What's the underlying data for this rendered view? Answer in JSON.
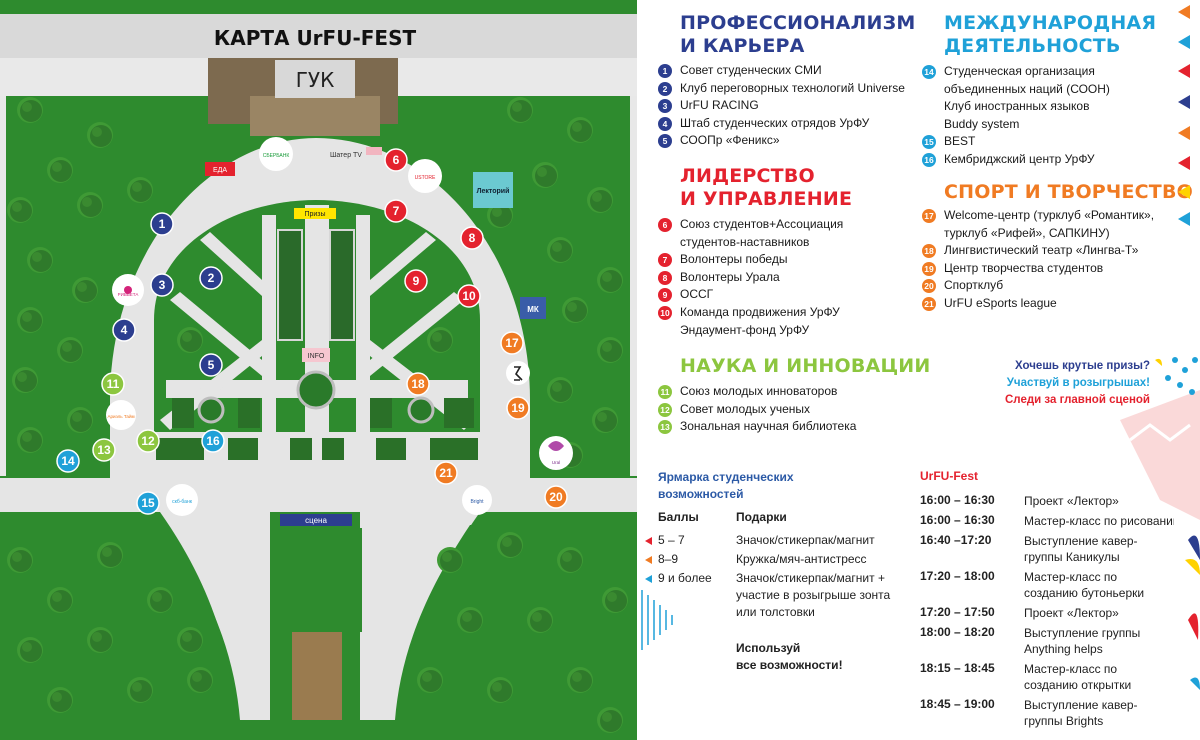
{
  "map": {
    "title": "КАРТА UrFU-FEST",
    "building": "ГУК",
    "labels": {
      "food": "ЕДА",
      "tent_tv": "Шатер TV",
      "lecture": "Лекторий",
      "prizes": "Призы",
      "info": "INFO",
      "mk": "МК",
      "stage": "сцена"
    },
    "logos": {
      "sberbank": "СБЕРБАНК",
      "ustore": "USTORE",
      "rivieta": "РИВЬЕТА",
      "sweets": "Ариэль Тайм",
      "skb": "скб-банк",
      "brights": "Bright",
      "ural": "Ural"
    },
    "markers": [
      {
        "n": "1",
        "color": "#2c3e8f"
      },
      {
        "n": "2",
        "color": "#2c3e8f"
      },
      {
        "n": "3",
        "color": "#2c3e8f"
      },
      {
        "n": "4",
        "color": "#2c3e8f"
      },
      {
        "n": "5",
        "color": "#2c3e8f"
      },
      {
        "n": "6",
        "color": "#e4222e"
      },
      {
        "n": "7",
        "color": "#e4222e"
      },
      {
        "n": "8",
        "color": "#e4222e"
      },
      {
        "n": "9",
        "color": "#e4222e"
      },
      {
        "n": "10",
        "color": "#e4222e"
      },
      {
        "n": "11",
        "color": "#8cc63f"
      },
      {
        "n": "12",
        "color": "#8cc63f"
      },
      {
        "n": "13",
        "color": "#8cc63f"
      },
      {
        "n": "14",
        "color": "#1fa1d8"
      },
      {
        "n": "15",
        "color": "#1fa1d8"
      },
      {
        "n": "16",
        "color": "#1fa1d8"
      },
      {
        "n": "17",
        "color": "#f07b23"
      },
      {
        "n": "18",
        "color": "#f07b23"
      },
      {
        "n": "19",
        "color": "#f07b23"
      },
      {
        "n": "20",
        "color": "#f07b23"
      },
      {
        "n": "21",
        "color": "#f07b23"
      }
    ]
  },
  "sections": {
    "career": {
      "title_1": "ПРОФЕССИОНАЛИЗМ",
      "title_2": "И КАРЬЕРА",
      "color": "#2c3e8f",
      "items": [
        {
          "n": "1",
          "text": "Совет студенческих СМИ"
        },
        {
          "n": "2",
          "text": "Клуб переговорных технологий Universe"
        },
        {
          "n": "3",
          "text": "UrFU RACING"
        },
        {
          "n": "4",
          "text": "Штаб студенческих отрядов УрФУ"
        },
        {
          "n": "5",
          "text": "СООПр «Феникс»"
        }
      ]
    },
    "leadership": {
      "title_1": "ЛИДЕРСТВО",
      "title_2": "И УПРАВЛЕНИЕ",
      "color": "#e4222e",
      "items": [
        {
          "n": "6",
          "text": "Союз студентов+Ассоциация",
          "cont": "студентов-наставников"
        },
        {
          "n": "7",
          "text": "Волонтеры победы"
        },
        {
          "n": "8",
          "text": "Волонтеры Урала"
        },
        {
          "n": "9",
          "text": "ОССГ"
        },
        {
          "n": "10",
          "text": "Команда продвижения УрФУ",
          "cont": "Эндаумент-фонд УрФУ"
        }
      ]
    },
    "science": {
      "title": "НАУКА И ИННОВАЦИИ",
      "color": "#8cc63f",
      "items": [
        {
          "n": "11",
          "text": "Союз молодых инноваторов"
        },
        {
          "n": "12",
          "text": "Совет молодых ученых"
        },
        {
          "n": "13",
          "text": "Зональная научная библиотека"
        }
      ]
    },
    "international": {
      "title_1": "МЕЖДУНАРОДНАЯ",
      "title_2": "ДЕЯТЕЛЬНОСТЬ",
      "color": "#1fa1d8",
      "items": [
        {
          "n": "14",
          "text": "Студенческая организация",
          "cont": "объединенных наций (СООН)",
          "cont2": "Клуб иностранных языков",
          "cont3": "Buddy system"
        },
        {
          "n": "15",
          "text": "BEST"
        },
        {
          "n": "16",
          "text": "Кембриджский центр УрФУ"
        }
      ]
    },
    "sport": {
      "title": "СПОРТ И ТВОРЧЕСТВО",
      "color": "#f07b23",
      "items": [
        {
          "n": "17",
          "text": "Welcome-центр (турклуб «Романтик»,",
          "cont": "турклуб «Рифей», САПКИНУ)"
        },
        {
          "n": "18",
          "text": "Лингвистический театр «Лингва-Т»"
        },
        {
          "n": "19",
          "text": "Центр творчества студентов"
        },
        {
          "n": "20",
          "text": "Спортклуб"
        },
        {
          "n": "21",
          "text": "UrFU eSports league"
        }
      ]
    }
  },
  "promo": {
    "line1": "Хочешь крутые призы?",
    "line2": "Участвуй в розыгрышах!",
    "line3": "Следи за главной сценой"
  },
  "fair": {
    "title": "Ярмарка студенческих возможностей",
    "col_points": "Баллы",
    "col_gifts": "Подарки",
    "rows": [
      {
        "points": "5 – 7",
        "gift": "Значок/стикерпак/магнит",
        "color": "#e4222e"
      },
      {
        "points": "8–9",
        "gift": "Кружка/мяч-антистресс",
        "color": "#f07b23"
      },
      {
        "points": "9 и более",
        "gift": "Значок/стикерпак/магнит +",
        "gift2": "участие в розыгрыше зонта",
        "gift3": "или толстовки",
        "color": "#1fa1d8"
      }
    ],
    "cta_1": "Используй",
    "cta_2": "все возможности!"
  },
  "schedule": {
    "title": "UrFU-Fest",
    "items": [
      {
        "time": "16:00 – 16:30",
        "desc": "Проект «Лектор»"
      },
      {
        "time": "16:00 – 16:30",
        "desc": "Мастер-класс по рисованию"
      },
      {
        "time": "16:40 –17:20",
        "desc": "Выступление кавер-группы Каникулы"
      },
      {
        "time": "17:20 – 18:00",
        "desc": "Мастер-класс по созданию бутоньерки"
      },
      {
        "time": "17:20 – 17:50",
        "desc": "Проект «Лектор»"
      },
      {
        "time": "18:00 – 18:20",
        "desc": "Выступление группы Anything helps"
      },
      {
        "time": "18:15 – 18:45",
        "desc": "Мастер-класс по созданию открытки"
      },
      {
        "time": "18:45 – 19:00",
        "desc": "Выступление кавер-группы Brights"
      }
    ]
  }
}
